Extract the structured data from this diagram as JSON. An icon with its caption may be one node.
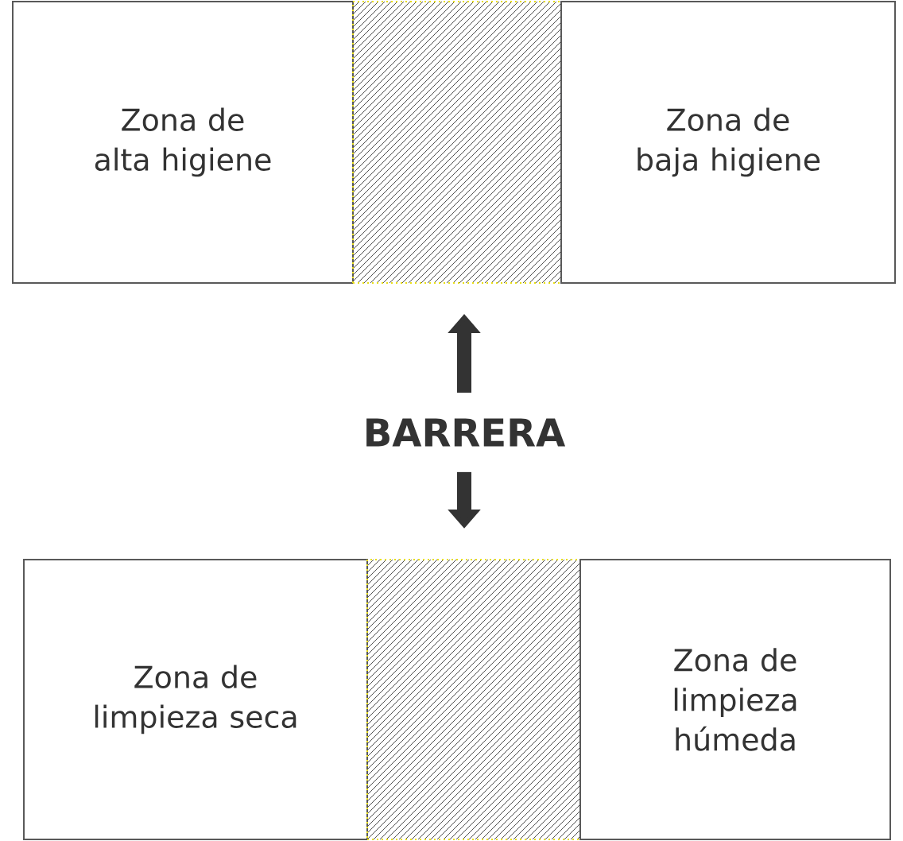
{
  "diagram": {
    "nodes": [
      {
        "text": [
          "Zona de alta higiene"
        ]
      },
      {
        "text": [],
        "shape": "bar"
      },
      {
        "text": [
          "Zona de baja higiene"
        ]
      },
      {
        "text": [
          "BARRERA"
        ]
      },
      {
        "text": [
          "Zona de limpieza seca"
        ]
      },
      {
        "text": [],
        "shape": "bar"
      },
      {
        "text": [
          "Zona de limpieza húmeda"
        ]
      }
    ],
    "edges": [
      {
        "from": 3,
        "to": 1,
        "arrow": "to"
      },
      {
        "from": 3,
        "to": 5,
        "arrow": "to"
      }
    ]
  }
}
